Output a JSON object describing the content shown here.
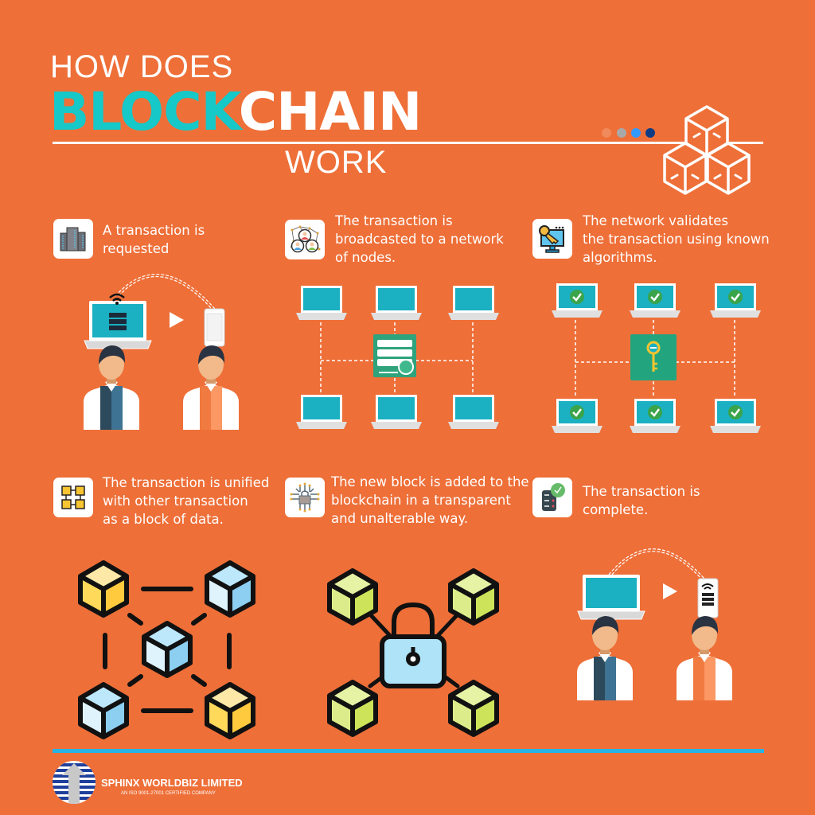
{
  "header": {
    "line1": "HOW DOES",
    "line2_accent": "BLOCK",
    "line2_rest": "CHAIN",
    "line3": "WORK",
    "accent_color": "#16c8c8",
    "dots_colors": [
      "#f08a5a",
      "#a9a9a9",
      "#3399ff",
      "#0d3c84"
    ],
    "logo_icon": "stacked-cubes-icon"
  },
  "steps": [
    {
      "icon": "office-buildings-icon",
      "text_lines": [
        "A transaction is",
        "requested"
      ]
    },
    {
      "icon": "network-of-people-icon",
      "text_lines": [
        "The transaction is",
        "broadcasted to a network",
        "of nodes."
      ]
    },
    {
      "icon": "key-monitor-icon",
      "text_lines": [
        "The network validates",
        "the transaction using known",
        "algorithms."
      ]
    },
    {
      "icon": "linked-blocks-icon",
      "text_lines": [
        "The transaction is unified",
        "with other transaction",
        "as a block of data."
      ]
    },
    {
      "icon": "circuit-lock-icon",
      "text_lines": [
        "The new block is added to the",
        "blockchain in a transparent",
        "and unalterable way."
      ]
    },
    {
      "icon": "server-check-icon",
      "text_lines": [
        "The transaction is",
        "complete."
      ]
    }
  ],
  "footer": {
    "company": "SPHINX WORLDBIZ LIMITED",
    "tagline": "AN ISO 9001-27001 CERTIFIED COMPANY",
    "rule_color": "#27b3e4"
  }
}
